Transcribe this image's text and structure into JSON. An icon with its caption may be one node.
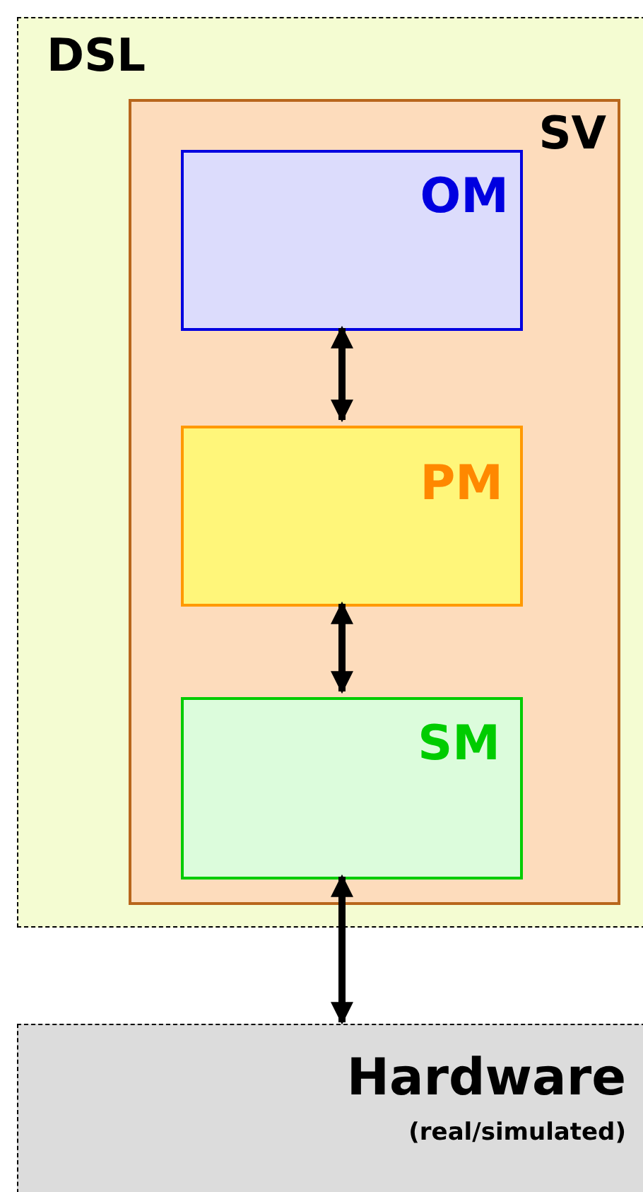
{
  "diagram": {
    "nodes": [
      {
        "text": [
          "DSL"
        ]
      },
      {
        "text": [
          "SV"
        ],
        "in": 0
      },
      {
        "text": [
          "OM"
        ],
        "in": 1
      },
      {
        "text": [
          "PM"
        ],
        "in": 1
      },
      {
        "text": [
          "SM"
        ],
        "in": 1
      },
      {
        "text": [
          "Hardware",
          "(real/simulated)"
        ]
      }
    ],
    "edges": [
      {
        "from": 2,
        "to": 3,
        "arrow": "both"
      },
      {
        "from": 3,
        "to": 4,
        "arrow": "both"
      },
      {
        "from": 4,
        "to": 5,
        "arrow": "both"
      }
    ]
  }
}
